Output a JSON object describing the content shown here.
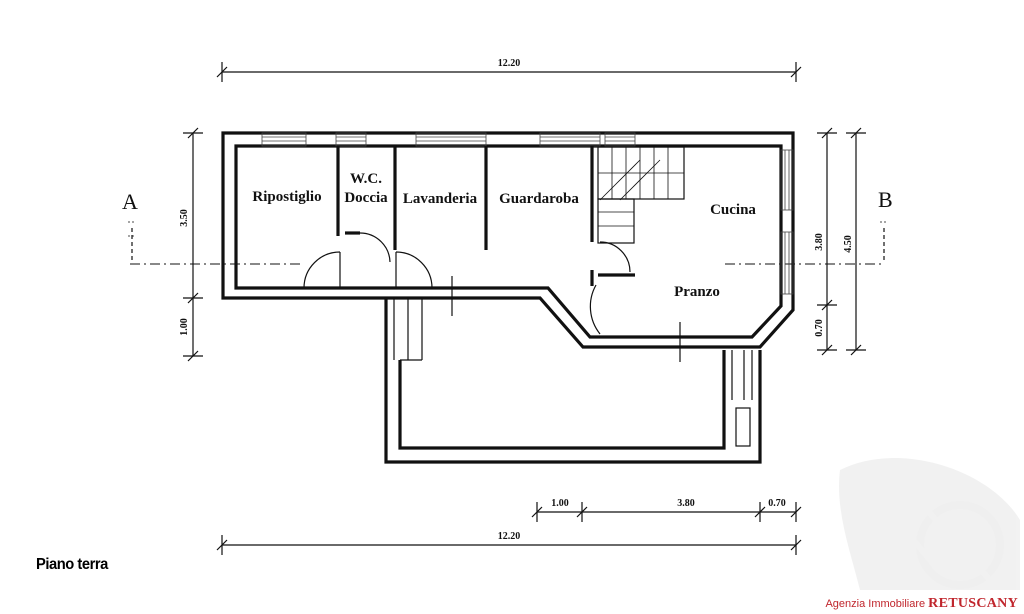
{
  "rooms": {
    "ripostiglio": "Ripostiglio",
    "wc_line1": "W.C.",
    "wc_line2": "Doccia",
    "lavanderia": "Lavanderia",
    "guardaroba": "Guardaroba",
    "cucina": "Cucina",
    "pranzo": "Pranzo"
  },
  "sections": {
    "left": "A",
    "right": "B"
  },
  "dimensions": {
    "top_total": "12.20",
    "bottom_total": "12.20",
    "bottom_seg1": "1.00",
    "bottom_seg2": "3.80",
    "bottom_seg3": "0.70",
    "left_upper": "3.50",
    "left_lower": "1.00",
    "right_inner_upper": "3.80",
    "right_inner_lower": "0.70",
    "right_outer": "4.50"
  },
  "floor_label": "Piano terra",
  "agency": {
    "prefix": "Agenzia Immobiliare",
    "brand": "RETUSCANY"
  },
  "colors": {
    "ink": "#111111",
    "brand": "#c0262d",
    "background": "#ffffff"
  }
}
